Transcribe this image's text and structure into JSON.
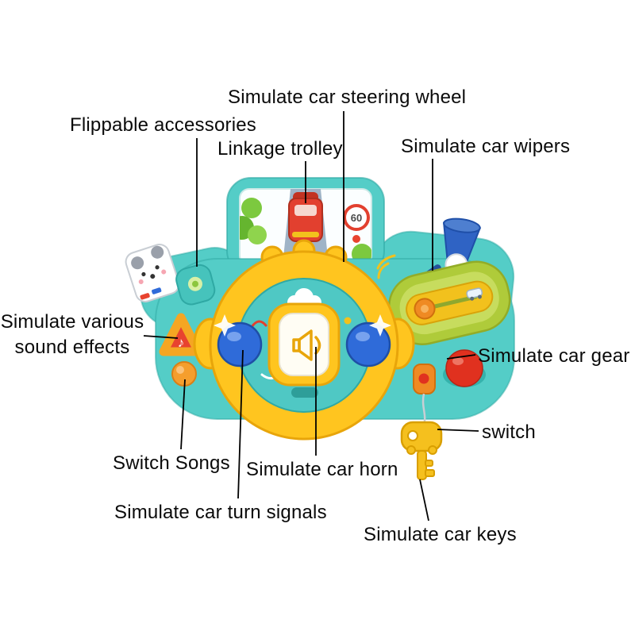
{
  "annotations": {
    "steering_wheel": "Simulate car steering wheel",
    "flippable_accessories": "Flippable accessories",
    "linkage_trolley": "Linkage trolley",
    "wipers": "Simulate car wipers",
    "sound_effects": "Simulate various\nsound effects",
    "gear": "Simulate car gear",
    "switch": "switch",
    "switch_songs": "Switch Songs",
    "horn": "Simulate car horn",
    "turn_signals": "Simulate car turn signals",
    "keys": "Simulate car keys"
  },
  "toy": {
    "speed_sign": "60",
    "icons": {
      "music_note": "♪"
    },
    "colors": {
      "body_teal": "#54CDC7",
      "body_teal_dark": "#2FA9A4",
      "wheel_yellow": "#FFC51F",
      "wheel_yellow_dark": "#E8A50A",
      "face_teal": "#4FC8C4",
      "button_blue": "#2F6BD9",
      "horn_pad_white": "#FFFDF4",
      "triangle_red": "#E8432F",
      "triangle_orange": "#F5A623",
      "round_button_orange": "#F59E2D",
      "panel_green": "#AFCB3A",
      "track_yellow": "#F2C11D",
      "lever_orange": "#EF8A23",
      "gear_ball_red": "#E0311F",
      "funnel_blue": "#2F63C4",
      "key_yellow": "#F5C01E",
      "trolley_red": "#E2402F",
      "road_gray": "#9FB4C7",
      "tree_green": "#7CC93F",
      "callout_black": "#000000"
    }
  }
}
